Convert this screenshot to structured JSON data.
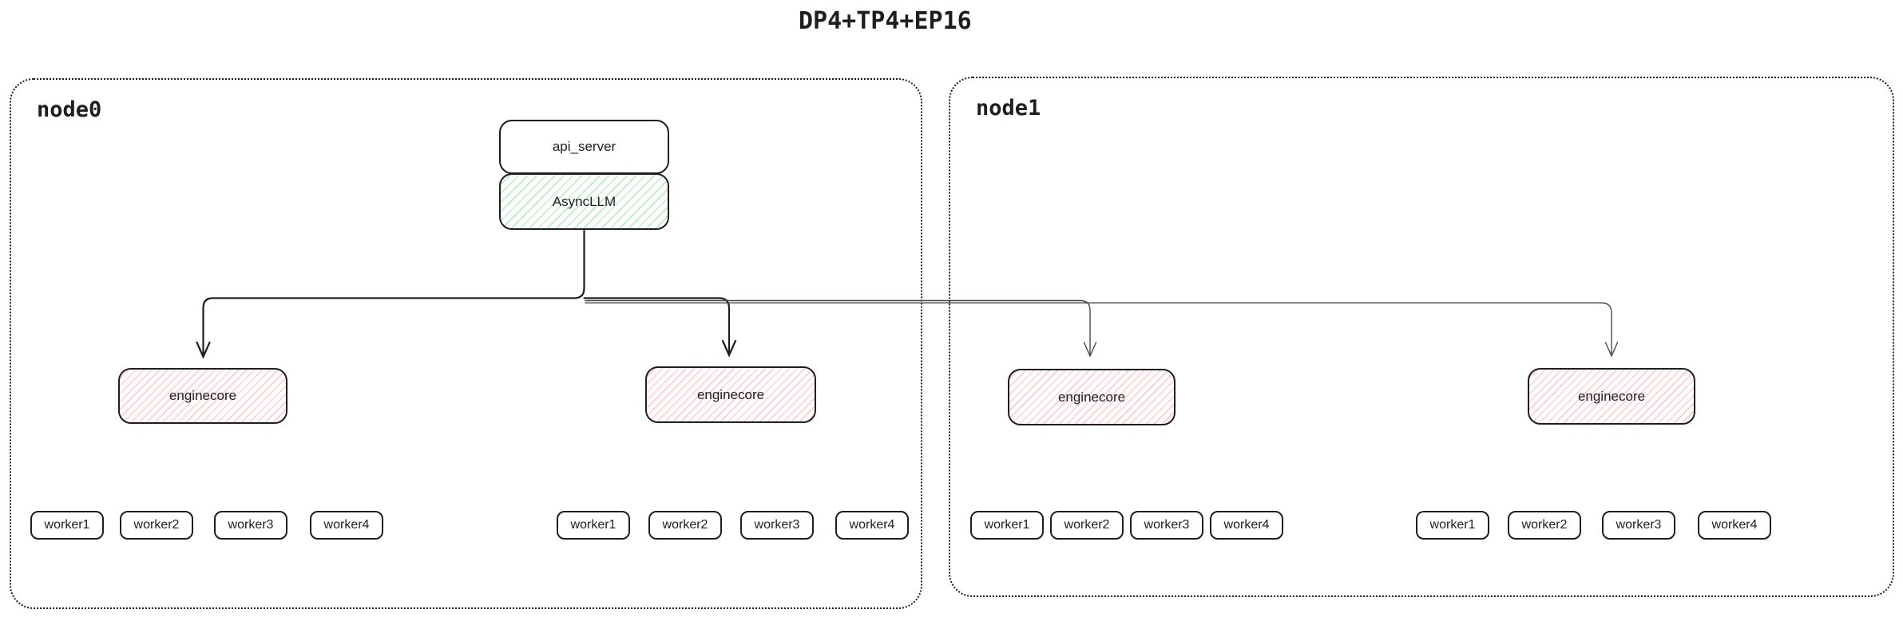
{
  "title": "DP4+TP4+EP16",
  "colors": {
    "line": "#1e1e1e",
    "thin_line": "#4a4a4a",
    "box_border": "#1e1e1e",
    "green_hatch": "#69db7c",
    "red_hatch": "#ff8a8a"
  },
  "node0": {
    "label": "node0",
    "api_server_label": "api_server",
    "asyncllm_label": "AsyncLLM",
    "enginecore_labels": [
      "enginecore",
      "enginecore"
    ],
    "worker_groups": [
      [
        "worker1",
        "worker2",
        "worker3",
        "worker4"
      ],
      [
        "worker1",
        "worker2",
        "worker3",
        "worker4"
      ]
    ]
  },
  "node1": {
    "label": "node1",
    "enginecore_labels": [
      "enginecore",
      "enginecore"
    ],
    "worker_groups": [
      [
        "worker1",
        "worker2",
        "worker3",
        "worker4"
      ],
      [
        "worker1",
        "worker2",
        "worker3",
        "worker4"
      ]
    ]
  }
}
